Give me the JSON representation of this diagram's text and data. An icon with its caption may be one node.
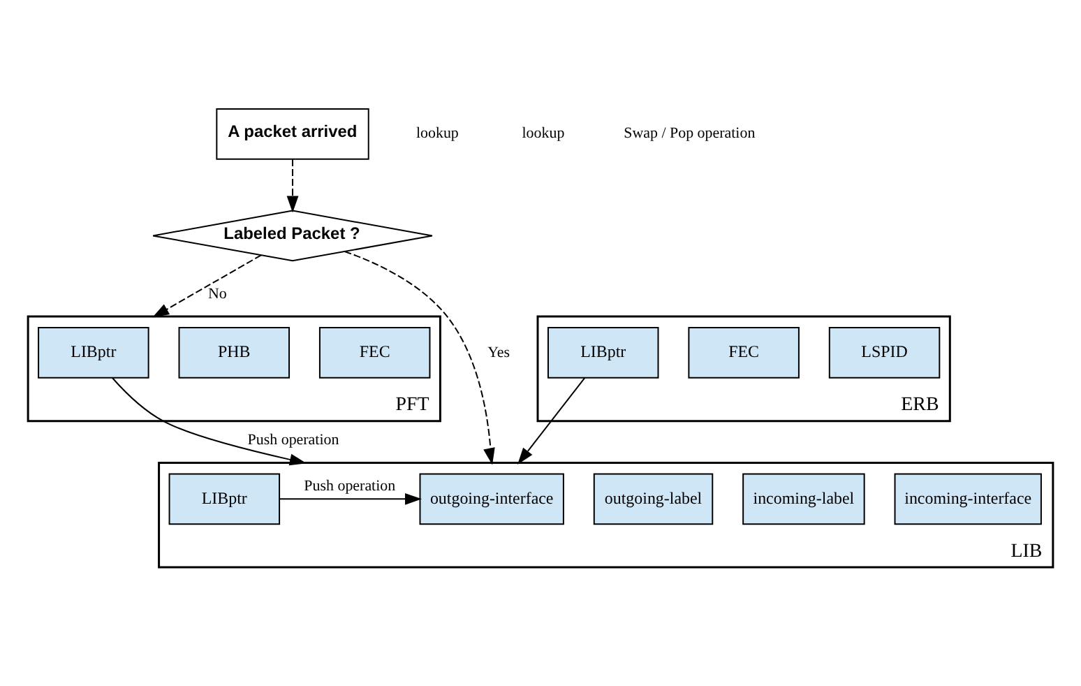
{
  "diagram": {
    "nodes": [
      {
        "text": [
          "A packet arrived"
        ]
      },
      {
        "text": [
          "Labeled Packet ?"
        ]
      },
      {
        "text": [
          "PFT"
        ]
      },
      {
        "text": [
          "FEC"
        ],
        "in": 2
      },
      {
        "text": [
          "PHB"
        ],
        "in": 2
      },
      {
        "text": [
          "LIBptr"
        ],
        "in": 2
      },
      {
        "text": [
          "LIB"
        ]
      },
      {
        "text": [
          "incoming-interface"
        ],
        "in": 6
      },
      {
        "text": [
          "incoming-label"
        ],
        "in": 6
      },
      {
        "text": [
          "outgoing-interface"
        ],
        "in": 6
      },
      {
        "text": [
          "outgoing-label"
        ],
        "in": 6
      },
      {
        "text": [
          "LIBptr"
        ],
        "in": 6
      },
      {
        "text": [
          "ERB"
        ]
      },
      {
        "text": [
          "LSPID"
        ],
        "in": 12
      },
      {
        "text": [
          "FEC"
        ],
        "in": 12
      },
      {
        "text": [
          "LIBptr"
        ],
        "in": 12
      }
    ],
    "edges": [
      {
        "from": 0,
        "to": 1,
        "arrow": "to",
        "style": "dashed"
      },
      {
        "from": 1,
        "to": 2,
        "arrow": "to",
        "style": "dashed",
        "label": "No"
      },
      {
        "from": 1,
        "to": 6,
        "arrow": "to",
        "style": "dashed",
        "label": "Yes"
      },
      {
        "from": 5,
        "to": 6,
        "arrow": "to",
        "label": "Push operation"
      },
      {
        "from": 11,
        "to": 6,
        "arrow": "to",
        "label": "Push operation"
      },
      {
        "from": 15,
        "to": 6,
        "arrow": "to"
      }
    ],
    "labels": [
      "lookup",
      "lookup",
      "Swap / Pop operation"
    ]
  }
}
